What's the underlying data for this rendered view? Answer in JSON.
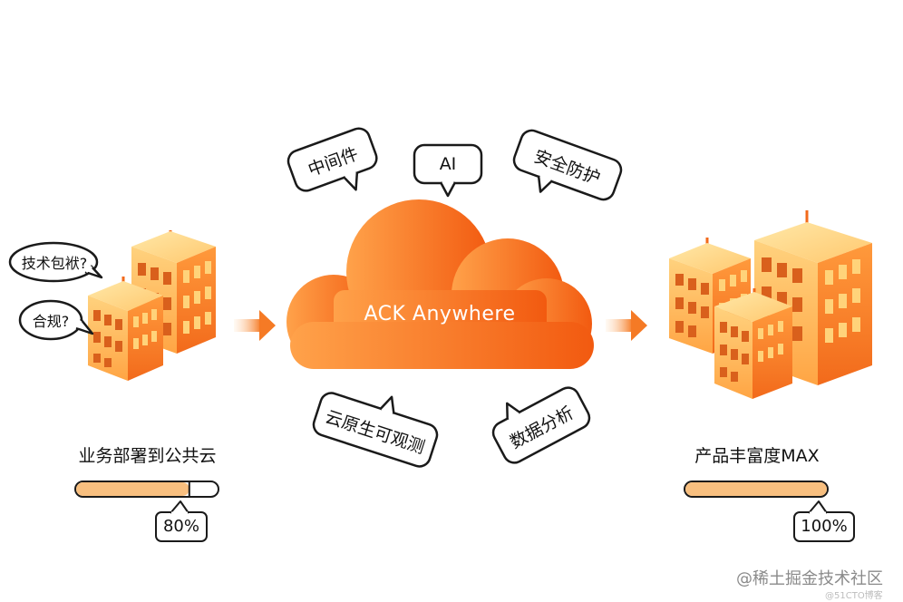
{
  "center": {
    "label": "ACK Anywhere"
  },
  "bubbles": {
    "middleware": "中间件",
    "ai": "AI",
    "security": "安全防护",
    "observability": "云原生可观测",
    "analytics": "数据分析"
  },
  "left": {
    "question_tech": "技术包袱?",
    "question_compliance": "合规?",
    "caption": "业务部署到公共云",
    "progress_label": "80%",
    "progress_value": 0.8
  },
  "right": {
    "caption": "产品丰富度MAX",
    "progress_label": "100%",
    "progress_value": 1.0
  },
  "watermark": {
    "main": "@稀土掘金技术社区",
    "sub": "@51CTO博客"
  },
  "colors": {
    "orange_dark": "#f26a1b",
    "orange_light": "#ffc078",
    "bar_fill": "#f8bf7f",
    "bar_outline": "#1a1a1a"
  }
}
